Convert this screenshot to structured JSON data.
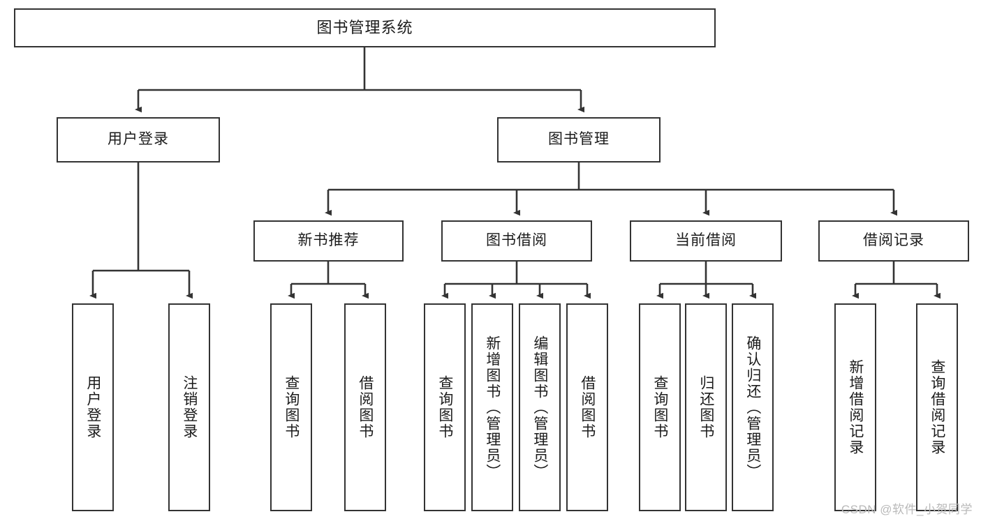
{
  "diagram": {
    "title": "图书管理系统",
    "type": "tree",
    "colors": {
      "stroke": "#333333",
      "fill": "#ffffff",
      "text": "#1b1b1b",
      "watermark": "#b9b9b9"
    },
    "root": {
      "label": "图书管理系统"
    },
    "level2": [
      {
        "label": "用户登录"
      },
      {
        "label": "图书管理"
      }
    ],
    "level3": [
      {
        "label": "新书推荐"
      },
      {
        "label": "图书借阅"
      },
      {
        "label": "当前借阅"
      },
      {
        "label": "借阅记录"
      }
    ],
    "leaves": {
      "user_login": [
        {
          "label": "用户登录"
        },
        {
          "label": "注销登录"
        }
      ],
      "new_book": [
        {
          "label": "查询图书"
        },
        {
          "label": "借阅图书"
        }
      ],
      "borrow": [
        {
          "label": "查询图书"
        },
        {
          "label": "新增图书（管理员）"
        },
        {
          "label": "编辑图书（管理员）"
        },
        {
          "label": "借阅图书"
        }
      ],
      "current": [
        {
          "label": "查询图书"
        },
        {
          "label": "归还图书"
        },
        {
          "label": "确认归还（管理员）"
        }
      ],
      "records": [
        {
          "label": "新增借阅记录"
        },
        {
          "label": "查询借阅记录"
        }
      ]
    }
  },
  "watermark": {
    "text": "CSDN @软件_小贺同学"
  }
}
